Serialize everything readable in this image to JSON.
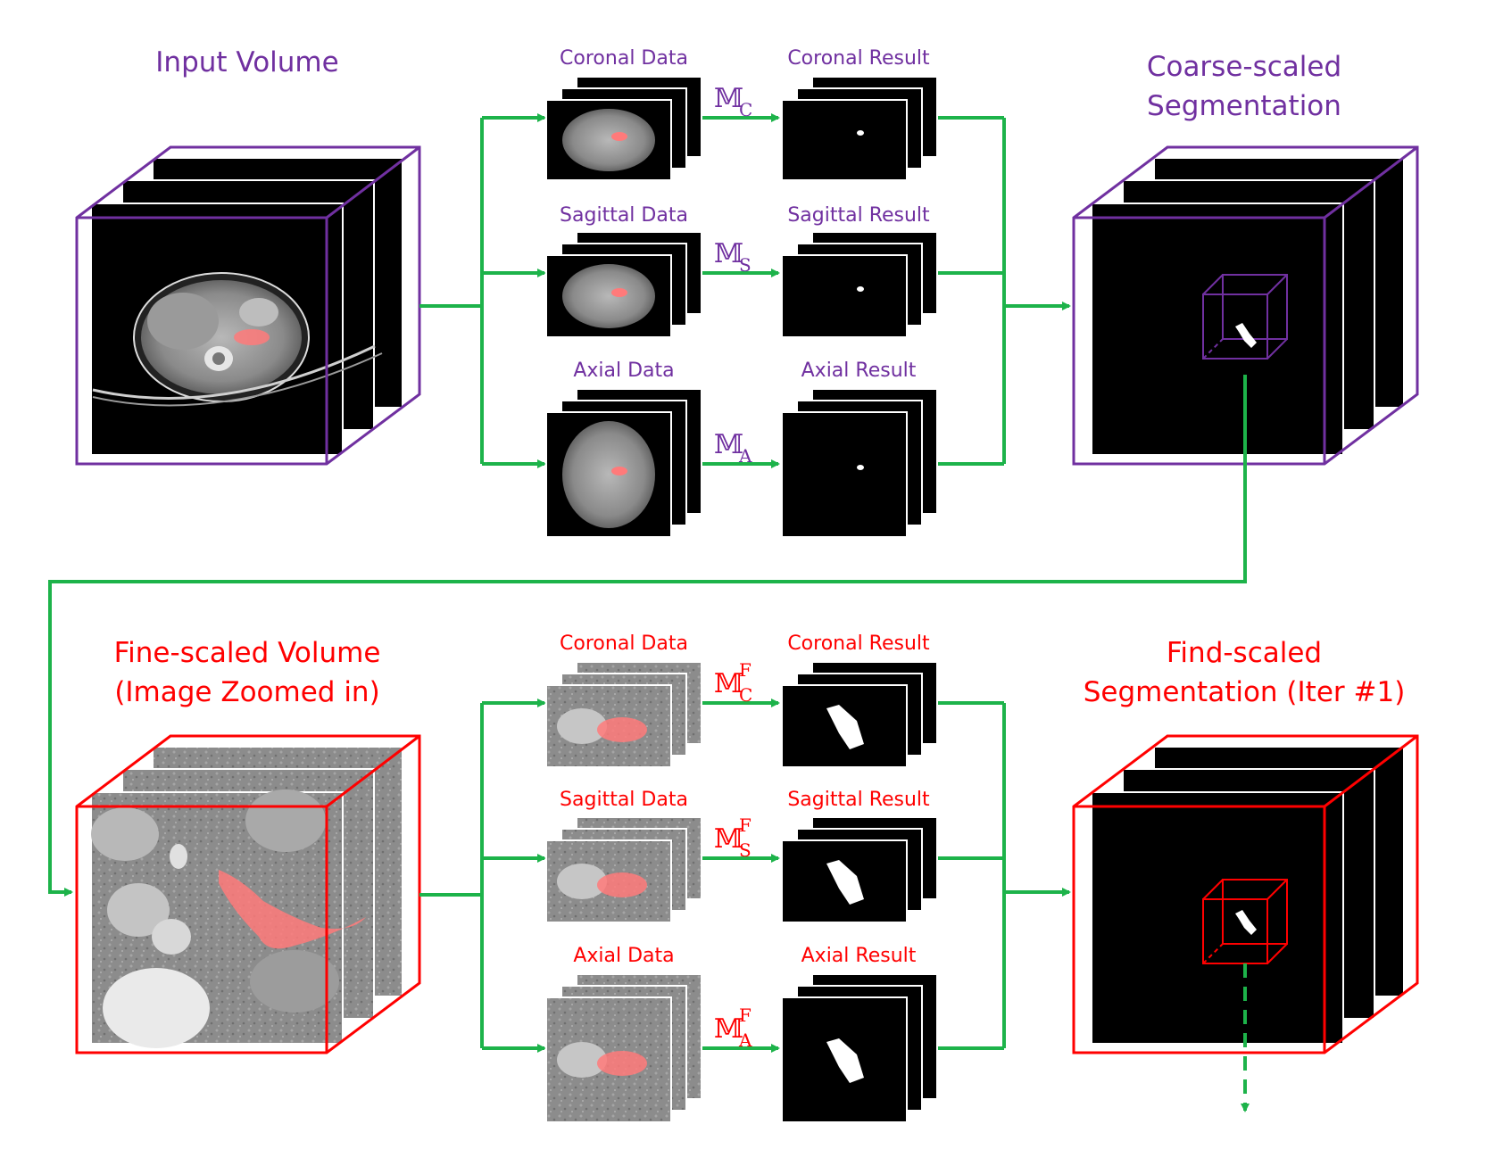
{
  "colors": {
    "coarse": "#7030a0",
    "fine": "#ff0000",
    "arrow": "#1db34a",
    "seg_bg": "#000000",
    "mask": "#ffffff",
    "pancreas": "#ff7a7a"
  },
  "coarse_stage": {
    "input_title": "Input Volume",
    "output_title_line1": "Coarse-scaled",
    "output_title_line2": "Segmentation",
    "views": [
      {
        "data_label": "Coronal Data",
        "result_label": "Coronal Result",
        "model_symbol": "𝕄",
        "model_sub": "C",
        "model_sup": ""
      },
      {
        "data_label": "Sagittal Data",
        "result_label": "Sagittal Result",
        "model_symbol": "𝕄",
        "model_sub": "S",
        "model_sup": ""
      },
      {
        "data_label": "Axial Data",
        "result_label": "Axial Result",
        "model_symbol": "𝕄",
        "model_sub": "A",
        "model_sup": ""
      }
    ]
  },
  "fine_stage": {
    "input_title_line1": "Fine-scaled Volume",
    "input_title_line2": "(Image Zoomed in)",
    "output_title_line1": "Find-scaled",
    "output_title_line2": "Segmentation (Iter #1)",
    "views": [
      {
        "data_label": "Coronal Data",
        "result_label": "Coronal Result",
        "model_symbol": "𝕄",
        "model_sub": "C",
        "model_sup": "F"
      },
      {
        "data_label": "Sagittal Data",
        "result_label": "Sagittal Result",
        "model_symbol": "𝕄",
        "model_sub": "S",
        "model_sup": "F"
      },
      {
        "data_label": "Axial Data",
        "result_label": "Axial Result",
        "model_symbol": "𝕄",
        "model_sub": "A",
        "model_sup": "F"
      }
    ]
  }
}
